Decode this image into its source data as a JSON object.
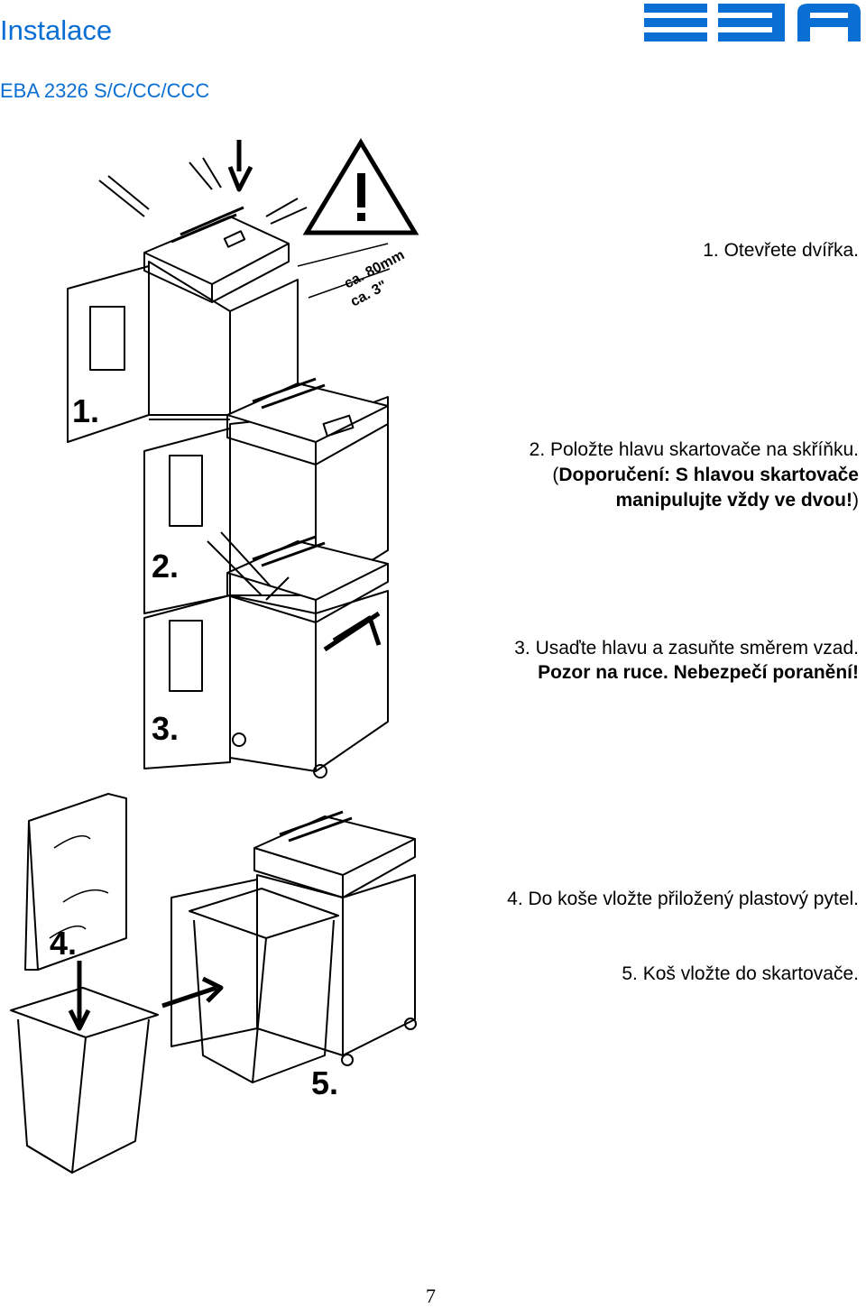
{
  "header": {
    "title": "Instalace",
    "subtitle": "EBA 2326 S/C/CC/CCC",
    "logo_text": "EBA",
    "brand_color": "#0a6fd4"
  },
  "figure": {
    "step_numbers": [
      "1.",
      "2.",
      "3.",
      "4.",
      "5."
    ],
    "dimension_label_metric": "ca. 80mm",
    "dimension_label_imperial": "ca. 3\"",
    "warning_icon": "warning-triangle-icon"
  },
  "steps": {
    "step1": "1. Otevřete dvířka.",
    "step2_line1": "2. Položte hlavu skartovače na skříňku.",
    "step2_note_open": "(",
    "step2_note_bold_1": "Doporučení: S hlavou skartovače",
    "step2_note_bold_2": "manipulujte vždy ve dvou!",
    "step2_note_close": ")",
    "step3_line1": "3. Usaďte hlavu a zasuňte směrem vzad.",
    "step3_line2": "Pozor na ruce. Nebezpečí poranění!",
    "step4": "4. Do koše vložte přiložený plastový pytel.",
    "step5": "5. Koš vložte do skartovače."
  },
  "footer": {
    "page_number": "7"
  }
}
